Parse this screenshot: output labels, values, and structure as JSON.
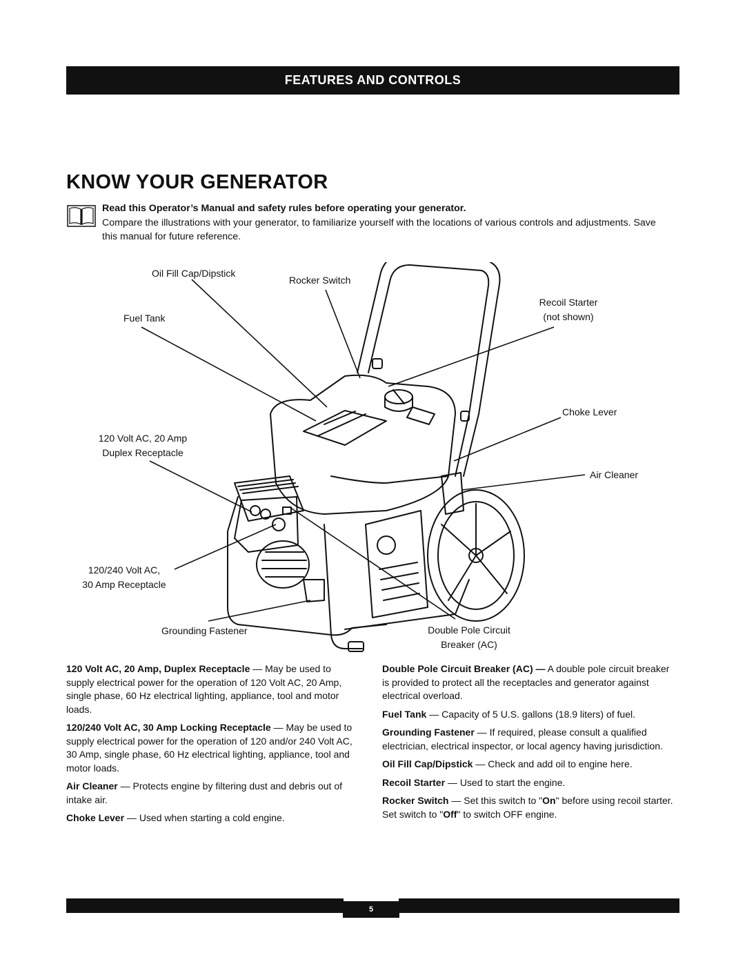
{
  "section_header": "FEATURES AND CONTROLS",
  "title": "KNOW YOUR GENERATOR",
  "intro": {
    "bold": "Read this Operator’s Manual and safety rules before operating your generator.",
    "text": "Compare the illustrations with your generator, to familiarize yourself with the locations of various controls and adjustments. Save this manual for future reference."
  },
  "icons": {
    "manual": "open-book-icon"
  },
  "labels": {
    "oil_fill": "Oil Fill Cap/Dipstick",
    "rocker_switch": "Rocker Switch",
    "fuel_tank": "Fuel Tank",
    "recoil_starter_1": "Recoil Starter",
    "recoil_starter_2": "(not shown)",
    "choke_lever": "Choke Lever",
    "duplex_1": "120 Volt AC, 20 Amp",
    "duplex_2": "Duplex Receptacle",
    "air_cleaner": "Air Cleaner",
    "r30_1": "120/240 Volt AC,",
    "r30_2": "30 Amp Receptacle",
    "grounding": "Grounding Fastener",
    "breaker_1": "Double Pole Circuit",
    "breaker_2": "Breaker (AC)"
  },
  "descriptions_left": [
    {
      "term": "120 Volt AC, 20 Amp, Duplex Receptacle",
      "text": " — May be used to supply electrical power for the operation of 120 Volt AC, 20 Amp, single phase, 60 Hz electrical lighting, appliance, tool and motor loads."
    },
    {
      "term": "120/240 Volt AC, 30 Amp Locking Receptacle",
      "text": " — May be used to supply electrical power for the operation of 120 and/or 240 Volt AC, 30 Amp, single phase, 60 Hz electrical lighting, appliance, tool and motor loads."
    },
    {
      "term": "Air Cleaner",
      "text": " — Protects engine by filtering dust and debris out of intake air."
    },
    {
      "term": "Choke Lever",
      "text": " — Used when starting a cold engine."
    }
  ],
  "descriptions_right": [
    {
      "term": "Double Pole Circuit Breaker (AC) —",
      "text": " A double pole circuit breaker is provided to protect all the receptacles and generator against electrical overload."
    },
    {
      "term": "Fuel Tank",
      "text": " — Capacity of 5 U.S. gallons (18.9 liters) of fuel."
    },
    {
      "term": "Grounding Fastener",
      "text": " — If required, please consult a qualified electrician, electrical inspector, or local agency having jurisdiction."
    },
    {
      "term": "Oil Fill Cap/Dipstick",
      "text": " — Check and add oil to engine here."
    },
    {
      "term": "Recoil Starter",
      "text": " — Used to start the engine."
    }
  ],
  "rocker": {
    "term": "Rocker Switch",
    "t1": " — Set this switch to \"",
    "on": "On",
    "t2": "\" before using recoil starter. Set switch to \"",
    "off": "Off",
    "t3": "\" to switch OFF engine."
  },
  "page_number": "5"
}
